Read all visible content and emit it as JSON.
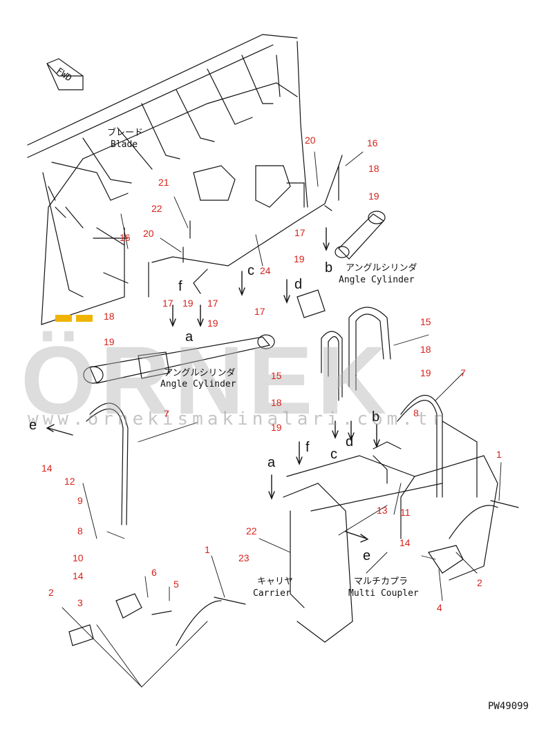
{
  "watermark": {
    "brand": "ÖRNEK",
    "url": "www.ornekismakinalari.com.tr",
    "accent": "#f0b400"
  },
  "drawing_code": "PW49099",
  "text": {
    "fwd": "FWD",
    "blade_jp": "ブレード",
    "blade_en": "Blade",
    "angle_cyl_jp": "アングルシリンダ",
    "angle_cyl_en": "Angle Cylinder",
    "carrier_jp": "キャリヤ",
    "carrier_en": "Carrier",
    "coupler_jp": "マルチカプラ",
    "coupler_en": "Multi Coupler"
  },
  "letters": {
    "a": "a",
    "b": "b",
    "c": "c",
    "d": "d",
    "e": "e",
    "f": "f"
  },
  "callouts": {
    "n1": "1",
    "n2": "2",
    "n3": "3",
    "n4": "4",
    "n5": "5",
    "n6": "6",
    "n7": "7",
    "n8": "8",
    "n9": "9",
    "n10": "10",
    "n11": "11",
    "n12": "12",
    "n13": "13",
    "n14": "14",
    "n15": "15",
    "n16": "16",
    "n17": "17",
    "n18": "18",
    "n19": "19",
    "n20": "20",
    "n21": "21",
    "n22": "22",
    "n23": "23",
    "n24": "24"
  },
  "colors": {
    "callout": "#d6211a",
    "line": "#111111"
  }
}
